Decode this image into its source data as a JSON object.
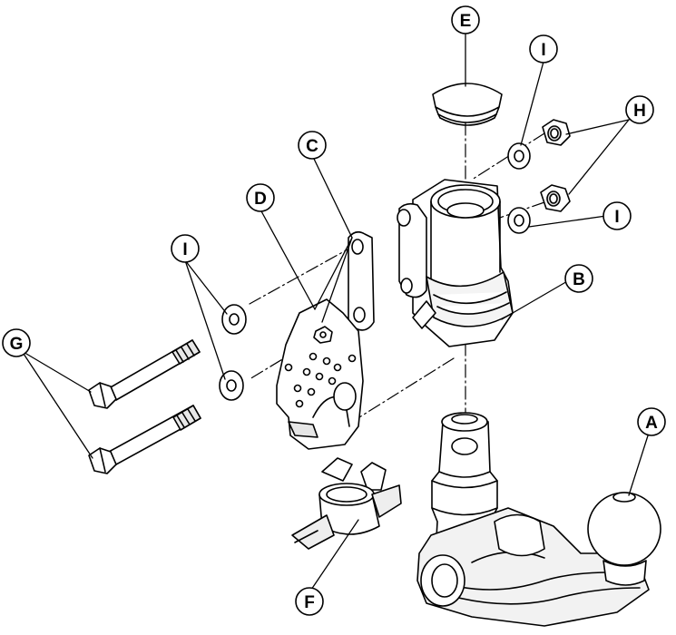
{
  "colors": {
    "stroke": "#000000",
    "fill": "#ffffff",
    "shade": "#d9d9d9"
  },
  "callouts": {
    "A": "A",
    "B": "B",
    "C": "C",
    "D": "D",
    "E": "E",
    "F": "F",
    "G": "G",
    "H": "H",
    "I_top": "I",
    "I_right": "I",
    "I_left": "I"
  },
  "parts": [
    "tow-ball-arm",
    "housing",
    "spacer-plate",
    "mounting-bracket",
    "cap",
    "electrical-socket-bracket",
    "bolts",
    "nuts",
    "washers"
  ]
}
